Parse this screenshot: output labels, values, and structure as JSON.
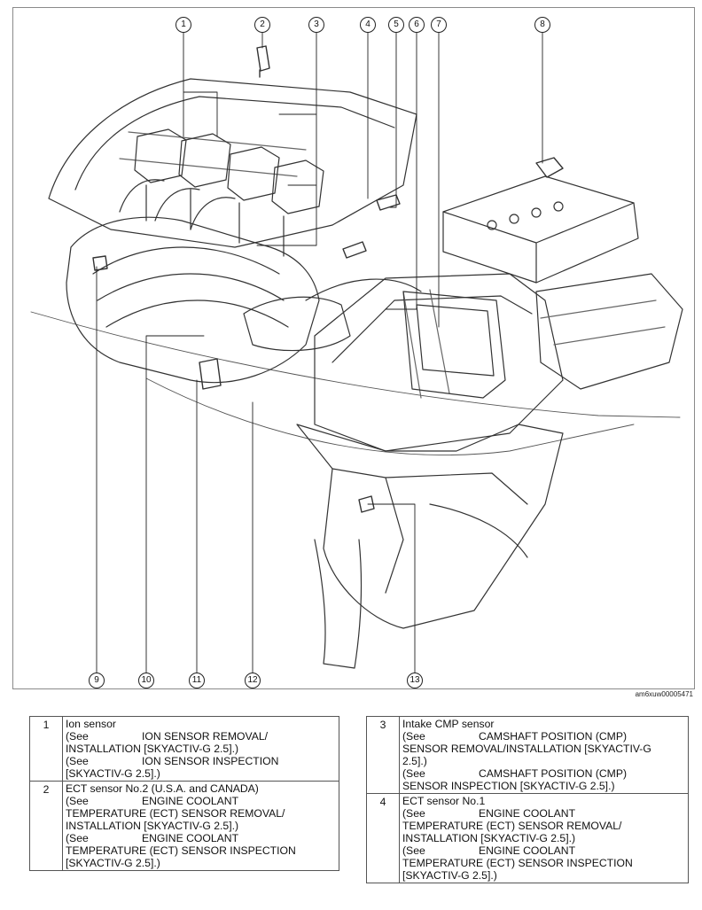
{
  "figure": {
    "image_id": "am6xuw00005471",
    "callouts": [
      {
        "number": "1"
      },
      {
        "number": "2"
      },
      {
        "number": "3"
      },
      {
        "number": "4"
      },
      {
        "number": "5"
      },
      {
        "number": "6"
      },
      {
        "number": "7"
      },
      {
        "number": "8"
      },
      {
        "number": "9"
      },
      {
        "number": "10"
      },
      {
        "number": "11"
      },
      {
        "number": "12"
      },
      {
        "number": "13"
      }
    ]
  },
  "legend": [
    {
      "number": "1",
      "name": "Ion sensor",
      "refs": [
        {
          "see": "(See",
          "line1": "ION SENSOR REMOVAL/",
          "line2": "INSTALLATION [SKYACTIV-G 2.5].)"
        },
        {
          "see": "(See",
          "line1": "ION SENSOR INSPECTION",
          "line2": "[SKYACTIV-G 2.5].)"
        }
      ]
    },
    {
      "number": "2",
      "name": "ECT sensor No.2 (U.S.A. and CANADA)",
      "refs": [
        {
          "see": "(See",
          "line1": "ENGINE COOLANT",
          "line2": "TEMPERATURE (ECT) SENSOR REMOVAL/",
          "line3": "INSTALLATION [SKYACTIV-G 2.5].)"
        },
        {
          "see": "(See",
          "line1": "ENGINE COOLANT",
          "line2": "TEMPERATURE (ECT) SENSOR INSPECTION",
          "line3": "[SKYACTIV-G 2.5].)"
        }
      ]
    },
    {
      "number": "3",
      "name": "Intake CMP sensor",
      "refs": [
        {
          "see": "(See",
          "line1": "CAMSHAFT POSITION (CMP)",
          "line2": "SENSOR REMOVAL/INSTALLATION [SKYACTIV-G",
          "line3": "2.5].)"
        },
        {
          "see": "(See",
          "line1": "CAMSHAFT POSITION (CMP)",
          "line2": "SENSOR INSPECTION [SKYACTIV-G 2.5].)"
        }
      ]
    },
    {
      "number": "4",
      "name": "ECT sensor No.1",
      "refs": [
        {
          "see": "(See",
          "line1": "ENGINE COOLANT",
          "line2": "TEMPERATURE (ECT) SENSOR REMOVAL/",
          "line3": "INSTALLATION [SKYACTIV-G 2.5].)"
        },
        {
          "see": "(See",
          "line1": "ENGINE COOLANT",
          "line2": "TEMPERATURE (ECT) SENSOR INSPECTION",
          "line3": "[SKYACTIV-G 2.5].)"
        }
      ]
    }
  ]
}
